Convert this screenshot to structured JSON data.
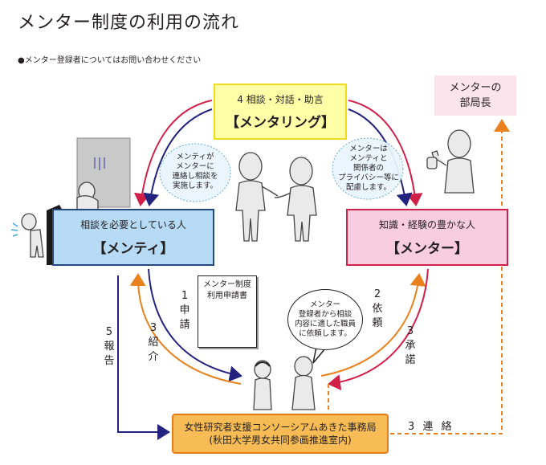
{
  "title": "メンター制度の利用の流れ",
  "note": "●メンター登録者についてはお問い合わせください",
  "mentoring": {
    "line1": "4 相談・対話・助言",
    "line2": "【メンタリング】"
  },
  "mentee": {
    "line1": "相談を必要としている人",
    "line2": "【メンティ】"
  },
  "mentor": {
    "line1": "知識・経験の豊かな人",
    "line2": "【メンター】"
  },
  "boss": {
    "line1": "メンターの",
    "line2": "部局長"
  },
  "office": {
    "line1": "女性研究者支援コンソーシアムあきた事務局",
    "line2": "(秋田大学男女共同参画推進室内)"
  },
  "form": {
    "line1": "メンター制度",
    "line2": "利用申請書"
  },
  "cloud_left": [
    "メンティが",
    "メンターに",
    "連絡し相談を",
    "実施します。"
  ],
  "cloud_right": [
    "メンターは",
    "メンティと",
    "関係者の",
    "プライバシー等に",
    "配慮します。"
  ],
  "bubble": [
    "メンター",
    "登録者から相談",
    "内容に適した職員",
    "に依頼します。"
  ],
  "steps": {
    "s1": {
      "num": "1",
      "text": "申請"
    },
    "s2": {
      "num": "2",
      "text": "依頼"
    },
    "s3a": {
      "num": "3",
      "text": "紹介"
    },
    "s3b": {
      "num": "3",
      "text": "承諾"
    },
    "s5": {
      "num": "5",
      "text": "報告"
    },
    "s3c": "3 連 絡"
  },
  "colors": {
    "red": "#d21f47",
    "navy": "#23237f",
    "orange": "#e9821e",
    "yellow": "#eedc1c"
  }
}
